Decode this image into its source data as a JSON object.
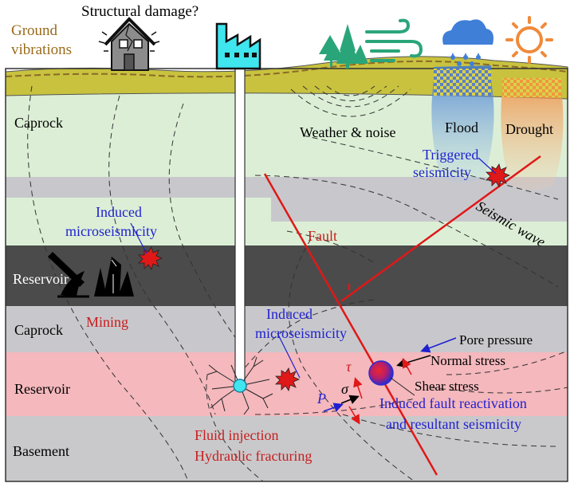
{
  "top": {
    "ground_vibrations": [
      "Ground",
      "vibrations"
    ],
    "structural_damage": "Structural damage?"
  },
  "layers": {
    "caprock_upper": "Caprock",
    "reservoir_upper": "Reservoir",
    "caprock_lower": "Caprock",
    "reservoir_lower": "Reservoir",
    "basement": "Basement"
  },
  "labels": {
    "weather_noise": "Weather & noise",
    "flood": "Flood",
    "drought": "Drought",
    "triggered_seismicity": [
      "Triggered",
      "seismicity"
    ],
    "seismic_wave": "Seismic wave",
    "fault": "Fault",
    "induced_microseismicity_upper": [
      "Induced",
      "microseismicity"
    ],
    "mining": "Mining",
    "induced_microseismicity_lower": [
      "Induced",
      "microseismicity"
    ],
    "pore_pressure": "Pore pressure",
    "normal_stress": "Normal stress",
    "shear_stress": "Shear stress",
    "induced_fault_reactivation": [
      "Induced fault reactivation",
      "and resultant seismicity"
    ],
    "fluid_injection": "Fluid injection",
    "hydraulic_fracturing": "Hydraulic fracturing",
    "p_symbol": "P",
    "sigma_symbol": "σ",
    "tau_symbol": "τ"
  },
  "colors": {
    "caprock": "#dcefd6",
    "shale_band": "#c8c8cc",
    "reservoir_dark": "#4b4b4b",
    "reservoir_pink": "#f4b8bd",
    "basement": "#c9c9cb",
    "topsoil": "#c8c23e",
    "fault": "#e01818",
    "blue_text": "#1f1fd0",
    "red_text": "#c81d1d",
    "brown_text": "#9a6a1a",
    "teal_icon": "#2aa57a",
    "sky_blue": "#3f7fd8",
    "sun_orange": "#f08a3a"
  }
}
